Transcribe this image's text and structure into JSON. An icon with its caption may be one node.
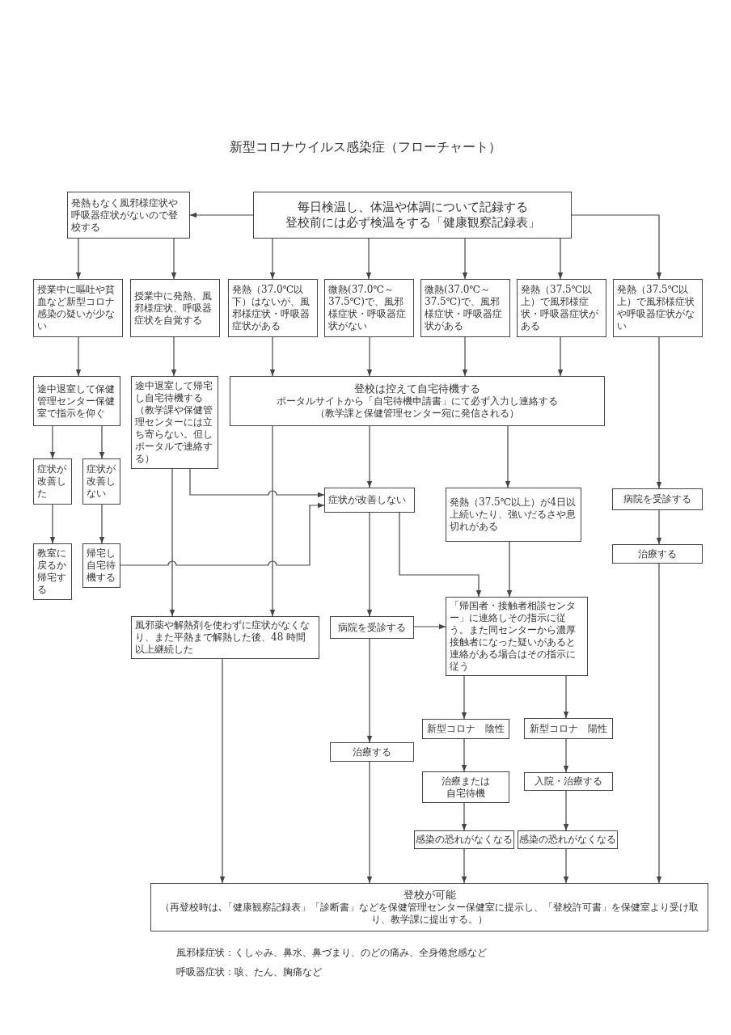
{
  "diagram": {
    "title": "新型コロナウイルス感染症（フローチャート）",
    "nodes": [
      {
        "text": [
          "毎日検温し、体温や体調について記録する",
          "登校前には必ず検温をする「健康観察記録表」"
        ]
      },
      {
        "text": [
          "発熱もなく風邪様症状や呼吸器症状がないので登校する"
        ]
      },
      {
        "text": [
          "授業中に嘔吐や貧血など新型コロナ感染の疑いが少ない"
        ]
      },
      {
        "text": [
          "授業中に発熱、風邪様症状、呼吸器症状を自覚する"
        ]
      },
      {
        "text": [
          "発熱（37.0℃以下）はないが、風邪様症状・呼吸器症状がある"
        ]
      },
      {
        "text": [
          "微熱(37.0℃～37.5℃)で、風邪様症状・呼吸器症状がない"
        ]
      },
      {
        "text": [
          "微熱(37.0℃～37.5℃)で、風邪様症状・呼吸器症状がある"
        ]
      },
      {
        "text": [
          "発熱（37.5℃以上）で風邪様症状・呼吸器症状がある"
        ]
      },
      {
        "text": [
          "発熱（37.5℃以上）で風邪様症状や呼吸器症状がない"
        ]
      },
      {
        "text": [
          "途中退室して保健管理センター保健室で指示を仰ぐ"
        ]
      },
      {
        "text": [
          "途中退室して帰宅し自宅待機する（教学課や保健管理センターには立ち寄らない。但しポータルで連絡する）"
        ]
      },
      {
        "text": [
          "登校は控えて自宅待機する",
          "ポータルサイトから「自宅待機申請書」にて必ず入力し連絡する",
          "（教学課と保健管理センター宛に発信される）"
        ]
      },
      {
        "text": [
          "症状が改善した"
        ]
      },
      {
        "text": [
          "症状が改善しない"
        ]
      },
      {
        "text": [
          "症状が改善しない"
        ]
      },
      {
        "text": [
          "発熱（37.5℃以上）が4日以上続いたり、強いだるさや息切れがある"
        ]
      },
      {
        "text": [
          "病院を受診する"
        ]
      },
      {
        "text": [
          "教室に戻るか帰宅する"
        ]
      },
      {
        "text": [
          "帰宅し自宅待機する"
        ]
      },
      {
        "text": [
          "治療する"
        ]
      },
      {
        "text": [
          "風邪薬や解熱剤を使わずに症状がなくなり、また平熱まで解熱した後、48 時間以上継続した"
        ]
      },
      {
        "text": [
          "病院を受診する"
        ]
      },
      {
        "text": [
          "「帰国者・接触者相談センター」に連絡しその指示に従う。また同センターから濃厚接触者になった疑いがあると連絡がある場合はその指示に従う"
        ]
      },
      {
        "text": [
          "新型コロナ　陰性"
        ]
      },
      {
        "text": [
          "新型コロナ　陽性"
        ]
      },
      {
        "text": [
          "治療する"
        ]
      },
      {
        "text": [
          "治療または自宅待機"
        ]
      },
      {
        "text": [
          "入院・治療する"
        ]
      },
      {
        "text": [
          "感染の恐れがなくなる"
        ]
      },
      {
        "text": [
          "感染の恐れがなくなる"
        ]
      },
      {
        "text": [
          "登校が可能",
          "（再登校時は､「健康観察記録表」「診断書」などを保健管理センター保健室に提示し、「登校許可書」を保健室より受け取り、教学課に提出する。）"
        ]
      }
    ],
    "edges": [
      {
        "from": 0,
        "to": 1,
        "arrow": "to"
      },
      {
        "from": 0,
        "to": 4,
        "arrow": "to"
      },
      {
        "from": 0,
        "to": 5,
        "arrow": "to"
      },
      {
        "from": 0,
        "to": 6,
        "arrow": "to"
      },
      {
        "from": 0,
        "to": 7,
        "arrow": "to"
      },
      {
        "from": 0,
        "to": 8,
        "arrow": "to"
      },
      {
        "from": 1,
        "to": 2,
        "arrow": "to"
      },
      {
        "from": 1,
        "to": 3,
        "arrow": "to"
      },
      {
        "from": 2,
        "to": 9,
        "arrow": "to"
      },
      {
        "from": 3,
        "to": 10,
        "arrow": "to"
      },
      {
        "from": 4,
        "to": 11,
        "arrow": "to"
      },
      {
        "from": 5,
        "to": 11,
        "arrow": "to"
      },
      {
        "from": 6,
        "to": 11,
        "arrow": "to"
      },
      {
        "from": 7,
        "to": 11,
        "arrow": "to"
      },
      {
        "from": 8,
        "to": 16,
        "arrow": "to"
      },
      {
        "from": 9,
        "to": 12,
        "arrow": "to"
      },
      {
        "from": 9,
        "to": 13,
        "arrow": "to"
      },
      {
        "from": 10,
        "to": 14,
        "arrow": "to"
      },
      {
        "from": 10,
        "to": 20,
        "arrow": "to"
      },
      {
        "from": 11,
        "to": 20,
        "arrow": "to"
      },
      {
        "from": 11,
        "to": 14,
        "arrow": "to"
      },
      {
        "from": 11,
        "to": 15,
        "arrow": "to"
      },
      {
        "from": 12,
        "to": 17,
        "arrow": "to"
      },
      {
        "from": 13,
        "to": 18,
        "arrow": "to"
      },
      {
        "from": 18,
        "to": 14,
        "arrow": "to"
      },
      {
        "from": 14,
        "to": 21,
        "arrow": "to"
      },
      {
        "from": 14,
        "to": 22,
        "arrow": "to"
      },
      {
        "from": 15,
        "to": 22,
        "arrow": "to"
      },
      {
        "from": 16,
        "to": 19,
        "arrow": "to"
      },
      {
        "from": 21,
        "to": 22,
        "arrow": "to"
      },
      {
        "from": 21,
        "to": 25,
        "arrow": "to"
      },
      {
        "from": 22,
        "to": 23,
        "arrow": "to"
      },
      {
        "from": 22,
        "to": 24,
        "arrow": "to"
      },
      {
        "from": 23,
        "to": 26,
        "arrow": "to"
      },
      {
        "from": 24,
        "to": 27,
        "arrow": "to"
      },
      {
        "from": 26,
        "to": 28,
        "arrow": "to"
      },
      {
        "from": 27,
        "to": 29,
        "arrow": "to"
      },
      {
        "from": 20,
        "to": 30,
        "arrow": "to"
      },
      {
        "from": 25,
        "to": 30,
        "arrow": "to"
      },
      {
        "from": 28,
        "to": 30,
        "arrow": "to"
      },
      {
        "from": 29,
        "to": 30,
        "arrow": "to"
      },
      {
        "from": 19,
        "to": 30,
        "arrow": "to"
      }
    ],
    "labels": [
      "風邪様症状：くしゃみ、鼻水、鼻づまり、のどの痛み、全身倦怠感など",
      "呼吸器症状：咳、たん、胸痛など"
    ]
  }
}
